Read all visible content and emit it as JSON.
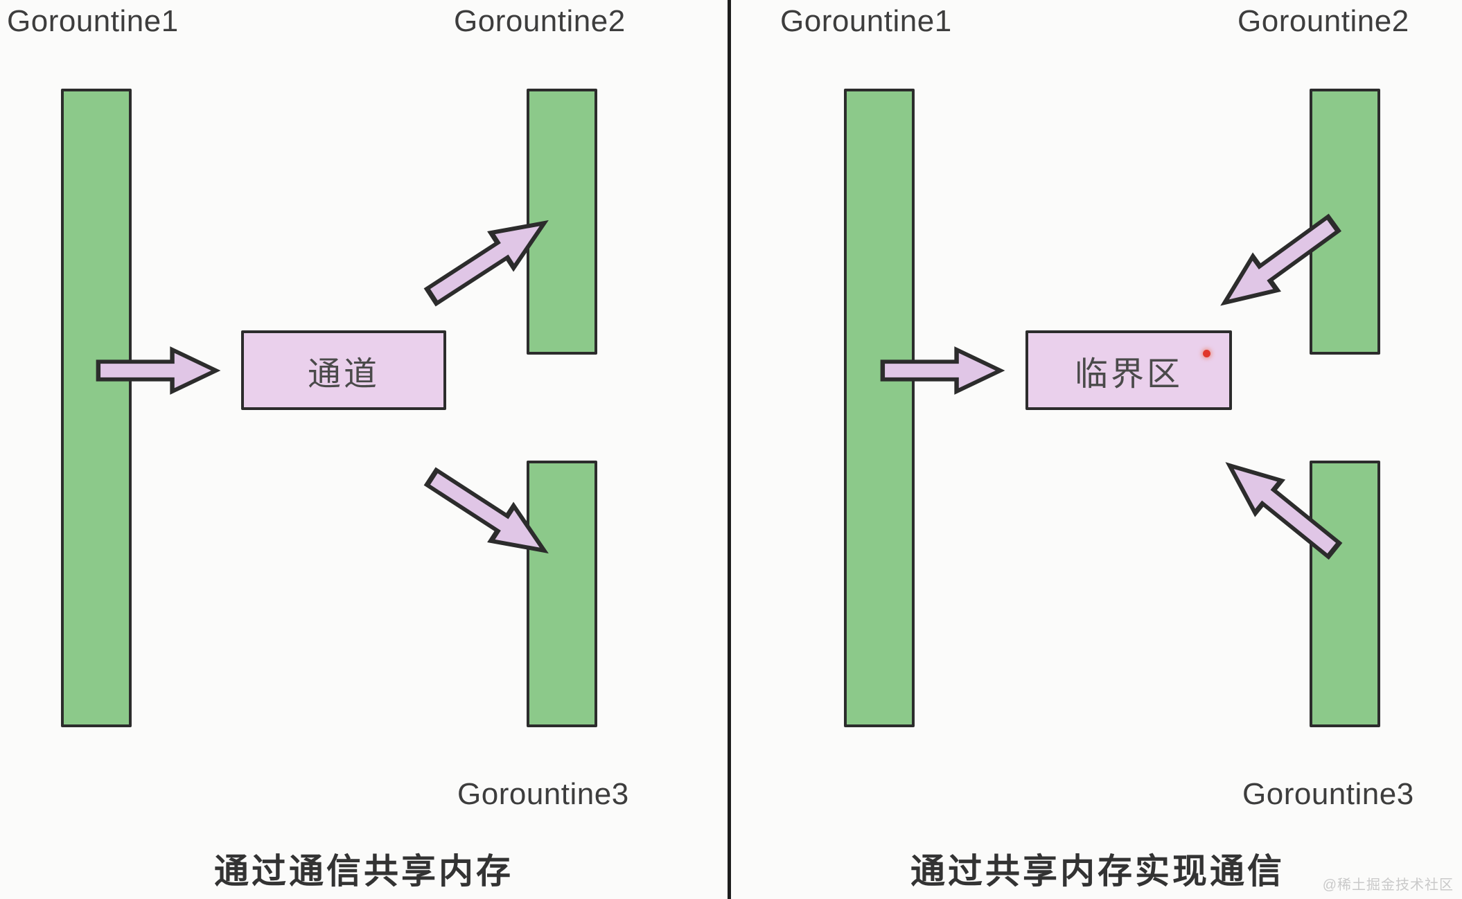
{
  "colors": {
    "background": "#fbfbfa",
    "bar_fill": "#8cc98a",
    "bar_border": "#2c2c2c",
    "box_fill": "#ead0ec",
    "box_border": "#2c2c2c",
    "arrow_fill": "#e0c6e6",
    "text": "#3d3d3d",
    "divider": "#1d1d1d",
    "red_dot": "#e0372b",
    "watermark": "#c9c9c9"
  },
  "panels": [
    {
      "goroutine1": "Gorountine1",
      "goroutine2": "Gorountine2",
      "goroutine3": "Gorountine3",
      "box_label": "通道",
      "caption": "通过通信共享内存"
    },
    {
      "goroutine1": "Gorountine1",
      "goroutine2": "Gorountine2",
      "goroutine3": "Gorountine3",
      "box_label": "临界区",
      "caption": "通过共享内存实现通信"
    }
  ],
  "watermark": "@稀土掘金技术社区"
}
